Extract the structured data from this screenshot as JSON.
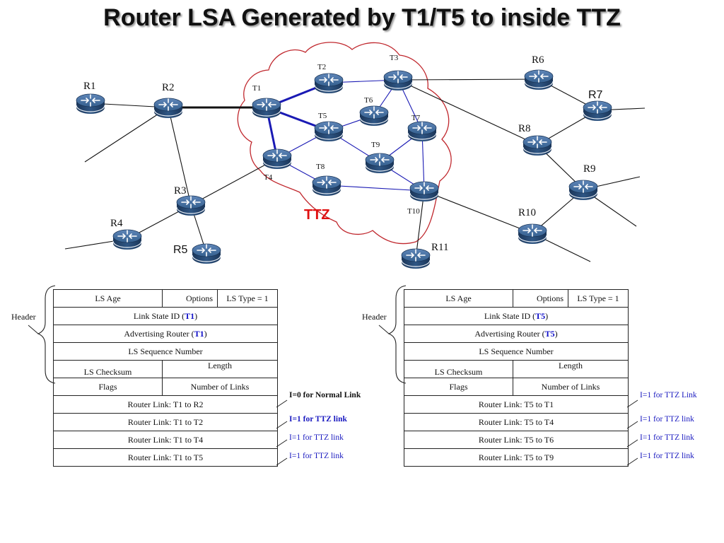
{
  "title": "Router LSA Generated by T1/T5 to inside TTZ",
  "diagram": {
    "routers": [
      {
        "id": "R1",
        "label": "R1"
      },
      {
        "id": "R2",
        "label": "R2"
      },
      {
        "id": "R3",
        "label": "R3"
      },
      {
        "id": "R4",
        "label": "R4"
      },
      {
        "id": "R5",
        "label": "R5"
      },
      {
        "id": "R6",
        "label": "R6"
      },
      {
        "id": "R7",
        "label": "R7"
      },
      {
        "id": "R8",
        "label": "R8"
      },
      {
        "id": "R9",
        "label": "R9"
      },
      {
        "id": "R10",
        "label": "R10"
      },
      {
        "id": "R11",
        "label": "R11"
      },
      {
        "id": "T1",
        "label": "T1"
      },
      {
        "id": "T2",
        "label": "T2"
      },
      {
        "id": "T3",
        "label": "T3"
      },
      {
        "id": "T4",
        "label": "T4"
      },
      {
        "id": "T5",
        "label": "T5"
      },
      {
        "id": "T6",
        "label": "T6"
      },
      {
        "id": "T7",
        "label": "T7"
      },
      {
        "id": "T8",
        "label": "T8"
      },
      {
        "id": "T9",
        "label": "T9"
      },
      {
        "id": "T10",
        "label": "T10"
      }
    ],
    "ttz_label": "TTZ",
    "colors": {
      "ttz_border": "#c0282e",
      "ttz_label": "#e01010",
      "ttz_link": "#1a1ab4",
      "normal_link": "#111111",
      "router_body": "#2d4f7c"
    }
  },
  "lsa_left": {
    "header_label": "Header",
    "ls_age": "LS Age",
    "options": "Options",
    "ls_type": "LS Type = 1",
    "link_state_id_prefix": "Link State ID (",
    "link_state_id_value": "T1",
    "link_state_id_suffix": ")",
    "adv_router_prefix": "Advertising Router (",
    "adv_router_value": "T1",
    "adv_router_suffix": ")",
    "ls_seq": "LS Sequence Number",
    "ls_checksum": "LS Checksum",
    "length": "Length",
    "flags": "Flags",
    "num_links": "Number of Links",
    "links": [
      "Router Link: T1 to R2",
      "Router Link: T1 to T2",
      "Router Link: T1 to T4",
      "Router Link: T1 to T5"
    ],
    "notes": [
      "I=0 for Normal Link",
      "I=1 for TTZ link",
      "I=1 for TTZ link",
      "I=1 for TTZ link"
    ]
  },
  "lsa_right": {
    "header_label": "Header",
    "ls_age": "LS Age",
    "options": "Options",
    "ls_type": "LS Type = 1",
    "link_state_id_prefix": "Link State ID (",
    "link_state_id_value": "T5",
    "link_state_id_suffix": ")",
    "adv_router_prefix": "Advertising Router (",
    "adv_router_value": "T5",
    "adv_router_suffix": ")",
    "ls_seq": "LS Sequence Number",
    "ls_checksum": "LS Checksum",
    "length": "Length",
    "flags": "Flags",
    "num_links": "Number of Links",
    "links": [
      "Router Link: T5 to T1",
      "Router Link: T5 to T4",
      "Router Link: T5 to T6",
      "Router Link: T5 to T9"
    ],
    "notes": [
      "I=1 for TTZ Link",
      "I=1 for TTZ link",
      "I=1 for TTZ link",
      "I=1 for TTZ link"
    ]
  }
}
